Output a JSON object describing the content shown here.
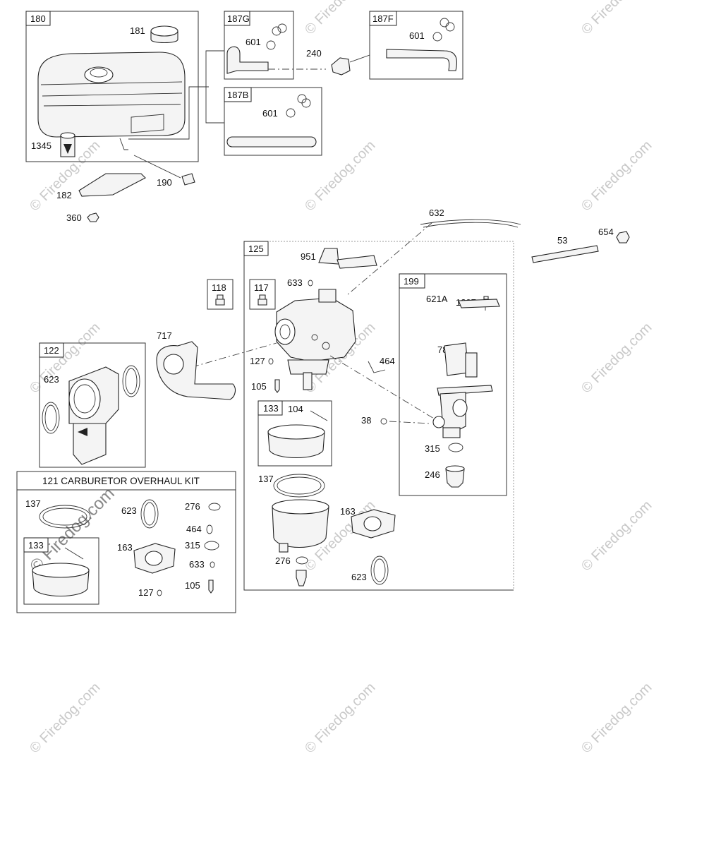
{
  "diagram": {
    "kit_title": "121 CARBURETOR OVERHAUL KIT",
    "watermark": "© Firedog.com",
    "boxes": {
      "b180": "180",
      "b187G": "187G",
      "b187F": "187F",
      "b187B": "187B",
      "b125": "125",
      "b118": "118",
      "b117": "117",
      "b122": "122",
      "b199": "199",
      "b133a": "133",
      "b133b": "133"
    },
    "labels": {
      "p181": "181",
      "p601a": "601",
      "p240": "240",
      "p601b": "601",
      "p601c": "601",
      "p1345": "1345",
      "p182": "182",
      "p190": "190",
      "p360": "360",
      "p632": "632",
      "p53": "53",
      "p654": "654",
      "p951": "951",
      "p633a": "633",
      "p1297": "1297",
      "p621A": "621A",
      "p787": "787",
      "p717": "717",
      "p623a": "623",
      "p127a": "127",
      "p464a": "464",
      "p105a": "105",
      "p104": "104",
      "p38": "38",
      "p315a": "315",
      "p246": "246",
      "p137a": "137",
      "p163a": "163",
      "p276a": "276",
      "p623b": "623",
      "p137b": "137",
      "p623c": "623",
      "p276b": "276",
      "p464b": "464",
      "p163b": "163",
      "p315b": "315",
      "p633b": "633",
      "p105b": "105",
      "p127b": "127"
    }
  }
}
